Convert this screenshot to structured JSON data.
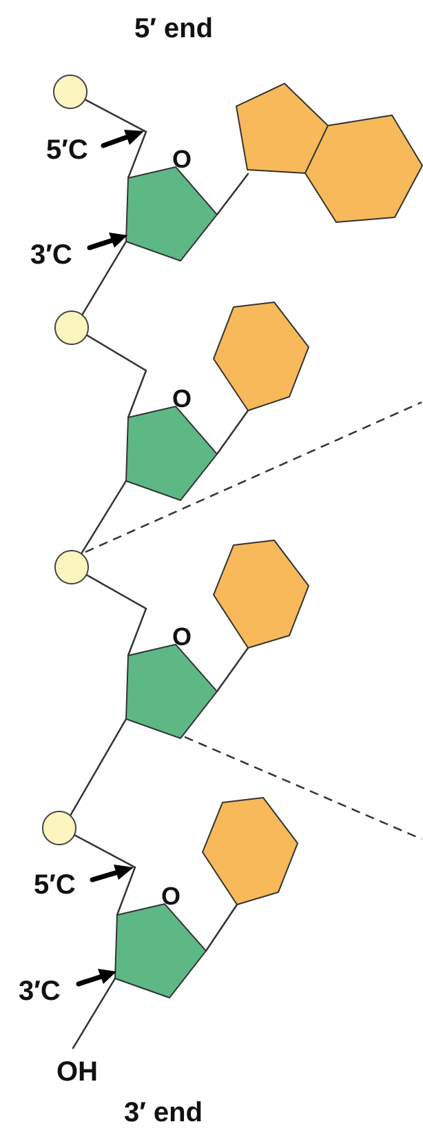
{
  "labels": {
    "five_prime_end": "5′ end",
    "three_prime_end": "3′ end",
    "five_prime_carbon": "5′C",
    "three_prime_carbon": "3′C",
    "ring_oxygen": "O",
    "hydroxyl": "OH"
  },
  "colors": {
    "phosphate": "#fdf5c0",
    "sugar": "#5db885",
    "base": "#f7b95a",
    "bond": "#333333"
  },
  "nucleotides": [
    {
      "base_shape": "purine (pentagon + hexagon)"
    },
    {
      "base_shape": "pyrimidine (hexagon)"
    },
    {
      "base_shape": "pyrimidine (hexagon)"
    },
    {
      "base_shape": "pyrimidine (hexagon)"
    }
  ]
}
